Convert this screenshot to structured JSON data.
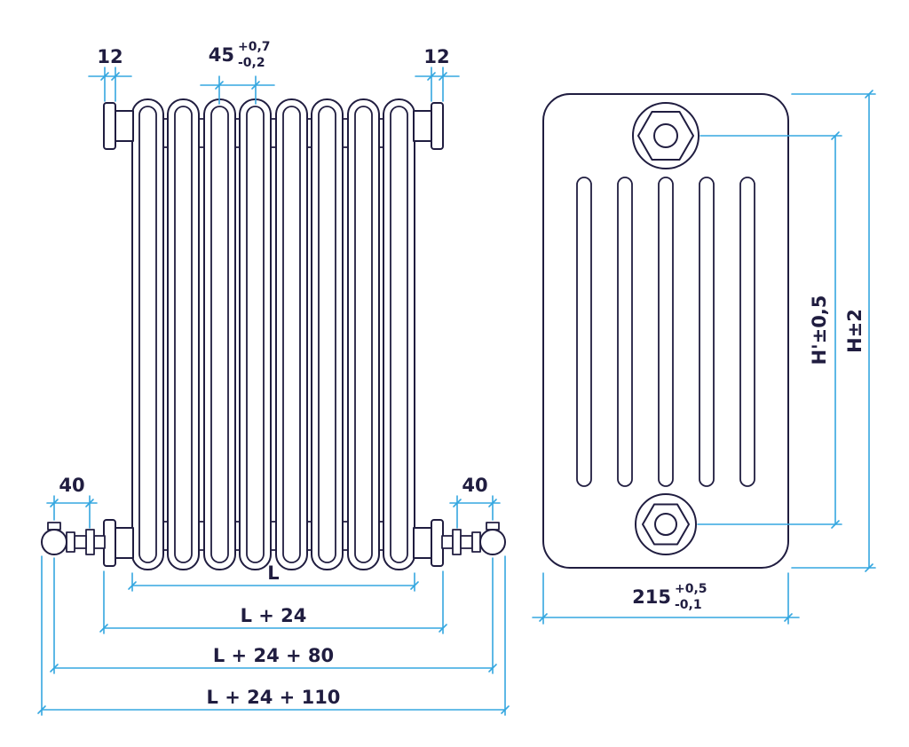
{
  "colors": {
    "outline": "#201d40",
    "dimension": "#35a7e0",
    "background": "#ffffff"
  },
  "front_view": {
    "dim_flange_left": "12",
    "dim_flange_right": "12",
    "dim_pitch": "45",
    "dim_pitch_tol_plus": "+0,7",
    "dim_pitch_tol_minus": "-0,2",
    "dim_valve_left": "40",
    "dim_valve_right": "40",
    "dim_length": "L",
    "dim_length_flanges": "L + 24",
    "dim_length_valves": "L + 24 + 80",
    "dim_length_total": "L + 24 + 110"
  },
  "side_view": {
    "dim_height_inner": "H'±0,5",
    "dim_height_outer": "H±2",
    "dim_depth": "215",
    "dim_depth_tol_plus": "+0,5",
    "dim_depth_tol_minus": "-0,1"
  }
}
